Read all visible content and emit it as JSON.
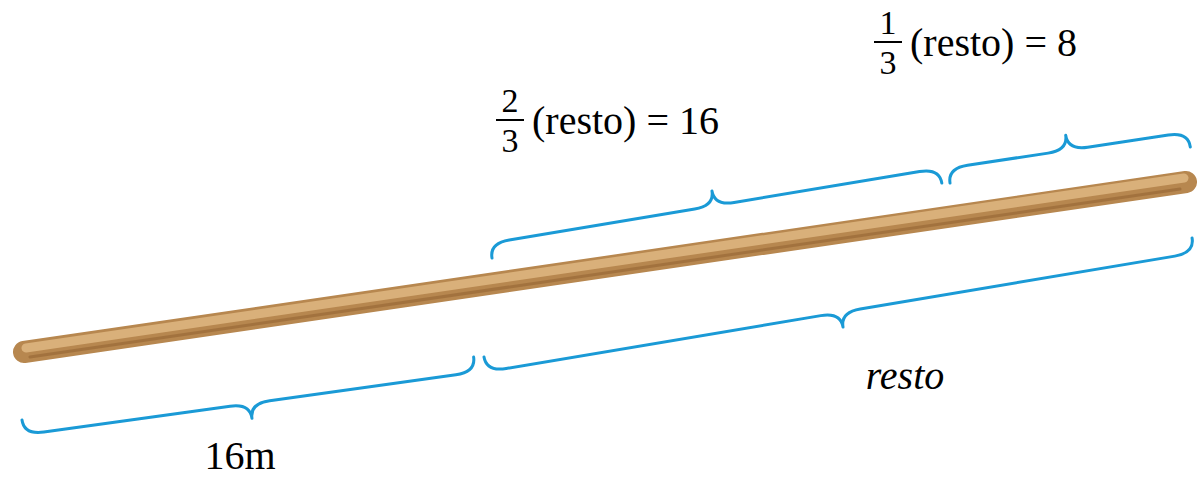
{
  "diagram": {
    "labels": [
      "16m",
      "resto",
      "2",
      "3",
      "(resto) = 16",
      "1",
      "3",
      "(resto) = 8"
    ]
  }
}
